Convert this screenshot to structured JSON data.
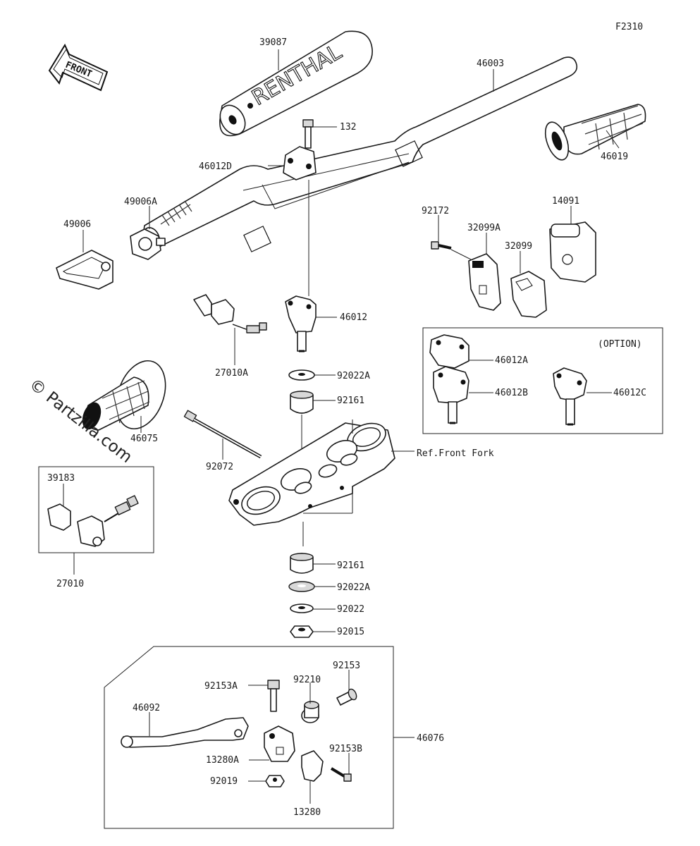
{
  "figure_code": "F2310",
  "direction_label": "FRONT",
  "watermark": "© Partzilla.com",
  "option_label": "(OPTION)",
  "ref_label": "Ref.Front Fork",
  "brand_text": "RENTHAL",
  "parts": {
    "p39087": "39087",
    "p46003": "46003",
    "p132": "132",
    "p46012D": "46012D",
    "p46019": "46019",
    "p49006A": "49006A",
    "p49006": "49006",
    "p92172": "92172",
    "p32099A": "32099A",
    "p14091": "14091",
    "p32099": "32099",
    "p46012": "46012",
    "p27010A": "27010A",
    "p46012A": "46012A",
    "p46012B": "46012B",
    "p46012C": "46012C",
    "p92022A_top": "92022A",
    "p92161_top": "92161",
    "p46075": "46075",
    "p92072": "92072",
    "p39183": "39183",
    "p27010": "27010",
    "p92161_bot": "92161",
    "p92022A_bot": "92022A",
    "p92022": "92022",
    "p92015": "92015",
    "p92153": "92153",
    "p92153A": "92153A",
    "p92210": "92210",
    "p46092": "46092",
    "p46076": "46076",
    "p92153B": "92153B",
    "p13280A": "13280A",
    "p92019": "92019",
    "p13280": "13280"
  }
}
